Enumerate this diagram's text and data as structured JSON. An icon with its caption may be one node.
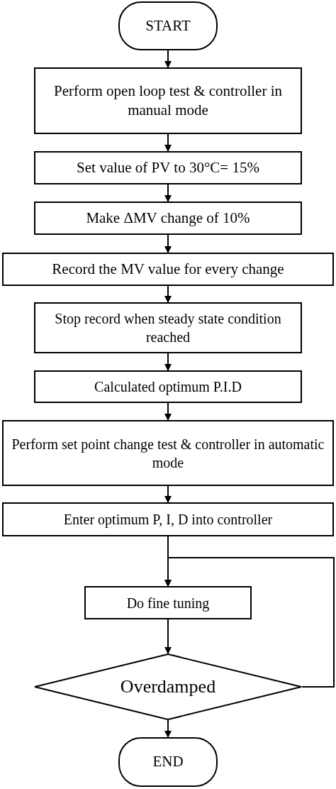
{
  "diagram": {
    "nodes": [
      {
        "text": [
          "START"
        ]
      },
      {
        "text": [
          "Perform open loop test & controller in manual mode"
        ]
      },
      {
        "text": [
          "Set value of PV to 30°C= 15%"
        ]
      },
      {
        "text": [
          "Make ΔMV change of 10%"
        ]
      },
      {
        "text": [
          "Record the MV value for every change"
        ]
      },
      {
        "text": [
          "Stop record when steady state condition reached"
        ]
      },
      {
        "text": [
          "Calculated optimum P.I.D"
        ]
      },
      {
        "text": [
          "Perform set point change test & controller in automatic mode"
        ]
      },
      {
        "text": [
          "Enter optimum P, I, D into controller"
        ]
      },
      {
        "text": [
          "Do fine tuning"
        ]
      },
      {
        "text": [
          "Overdamped"
        ]
      },
      {
        "text": [
          "END"
        ]
      }
    ],
    "edges": [
      {
        "from": 0,
        "to": 1,
        "arrow": "to"
      },
      {
        "from": 1,
        "to": 2,
        "arrow": "to"
      },
      {
        "from": 2,
        "to": 3,
        "arrow": "to"
      },
      {
        "from": 3,
        "to": 4,
        "arrow": "to"
      },
      {
        "from": 4,
        "to": 5,
        "arrow": "to"
      },
      {
        "from": 5,
        "to": 6,
        "arrow": "to"
      },
      {
        "from": 6,
        "to": 7,
        "arrow": "to"
      },
      {
        "from": 7,
        "to": 8,
        "arrow": "to"
      },
      {
        "from": 8,
        "to": 9,
        "arrow": "to"
      },
      {
        "from": 9,
        "to": 10,
        "arrow": "to"
      },
      {
        "from": 10,
        "to": 11,
        "arrow": "to"
      },
      {
        "from": 10,
        "to": 9,
        "arrow": "to"
      }
    ]
  }
}
